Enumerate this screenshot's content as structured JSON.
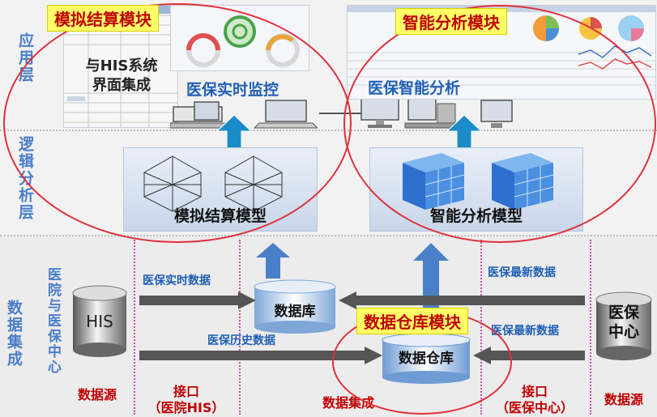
{
  "layers": {
    "app": "应用层",
    "logic": "逻辑分析层",
    "data": "数据集成"
  },
  "modules": {
    "settlement": "模拟结算模块",
    "analysis": "智能分析模块",
    "warehouse": "数据仓库模块"
  },
  "app_layer": {
    "his_integration": "与HIS系统界面集成",
    "realtime_monitor": "医保实时监控",
    "smart_analysis": "医保智能分析"
  },
  "logic_layer": {
    "settlement_model": "模拟结算模型",
    "analysis_model": "智能分析模型"
  },
  "data_layer": {
    "hospital_label": "医院与医保中心",
    "his": "HIS",
    "database": "数据库",
    "warehouse": "数据仓库",
    "center": "医保中心",
    "realtime_data": "医保实时数据",
    "history_data": "医保历史数据",
    "latest_data_1": "医保最新数据",
    "latest_data_2": "医保最新数据"
  },
  "bottom_labels": {
    "source_left": "数据源",
    "interface_left_1": "接口",
    "interface_left_2": "（医院HIS）",
    "integration": "数据集成",
    "interface_right_1": "接口",
    "interface_right_2": "（医保中心）",
    "source_right": "数据源"
  },
  "colors": {
    "module_text": "#c00000",
    "layer_text": "#4a7ec9",
    "highlight_bg": "#ffff66",
    "ellipse": "#e0303a",
    "arrow_blue": "#3a78c4",
    "arrow_teal": "#1c8cc8"
  }
}
